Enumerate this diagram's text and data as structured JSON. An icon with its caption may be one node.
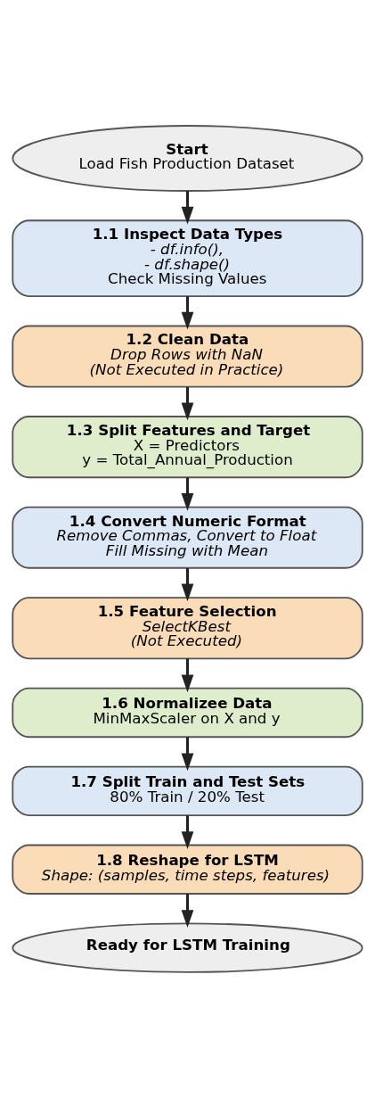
{
  "diagram": {
    "nodes": [
      {
        "text": [
          "Start",
          "Load Fish Production Dataset"
        ]
      },
      {
        "text": [
          "1.1 Inspect Data Types",
          "- df.info(),",
          "- df.shape()",
          "Check Missing Values"
        ]
      },
      {
        "text": [
          "1.2 Clean Data",
          "Drop Rows with NaN",
          "(Not Executed in Practice)"
        ]
      },
      {
        "text": [
          "1.3 Split Features and Target",
          "X = Predictors",
          "y = Total_Annual_Production"
        ]
      },
      {
        "text": [
          "1.4 Convert Numeric Format",
          "Remove Commas, Convert to Float",
          "Fill Missing with Mean"
        ]
      },
      {
        "text": [
          "1.5 Feature Selection",
          "SelectKBest",
          "(Not Executed)"
        ]
      },
      {
        "text": [
          "1.6 Normalizee Data",
          "MinMaxScaler on X and y"
        ]
      },
      {
        "text": [
          "1.7 Split Train and Test Sets",
          "80% Train / 20% Test"
        ]
      },
      {
        "text": [
          "1.8 Reshape for LSTM",
          "Shape: (samples, time steps, features)"
        ]
      },
      {
        "text": [
          "Ready for LSTM Training"
        ]
      }
    ],
    "edges": [
      {
        "from": 0,
        "to": 1,
        "arrow": "to"
      },
      {
        "from": 1,
        "to": 2,
        "arrow": "to"
      },
      {
        "from": 2,
        "to": 3,
        "arrow": "to"
      },
      {
        "from": 3,
        "to": 4,
        "arrow": "to"
      },
      {
        "from": 4,
        "to": 5,
        "arrow": "to"
      },
      {
        "from": 5,
        "to": 6,
        "arrow": "to"
      },
      {
        "from": 6,
        "to": 7,
        "arrow": "to"
      },
      {
        "from": 7,
        "to": 8,
        "arrow": "to"
      },
      {
        "from": 8,
        "to": 9,
        "arrow": "to"
      }
    ]
  }
}
